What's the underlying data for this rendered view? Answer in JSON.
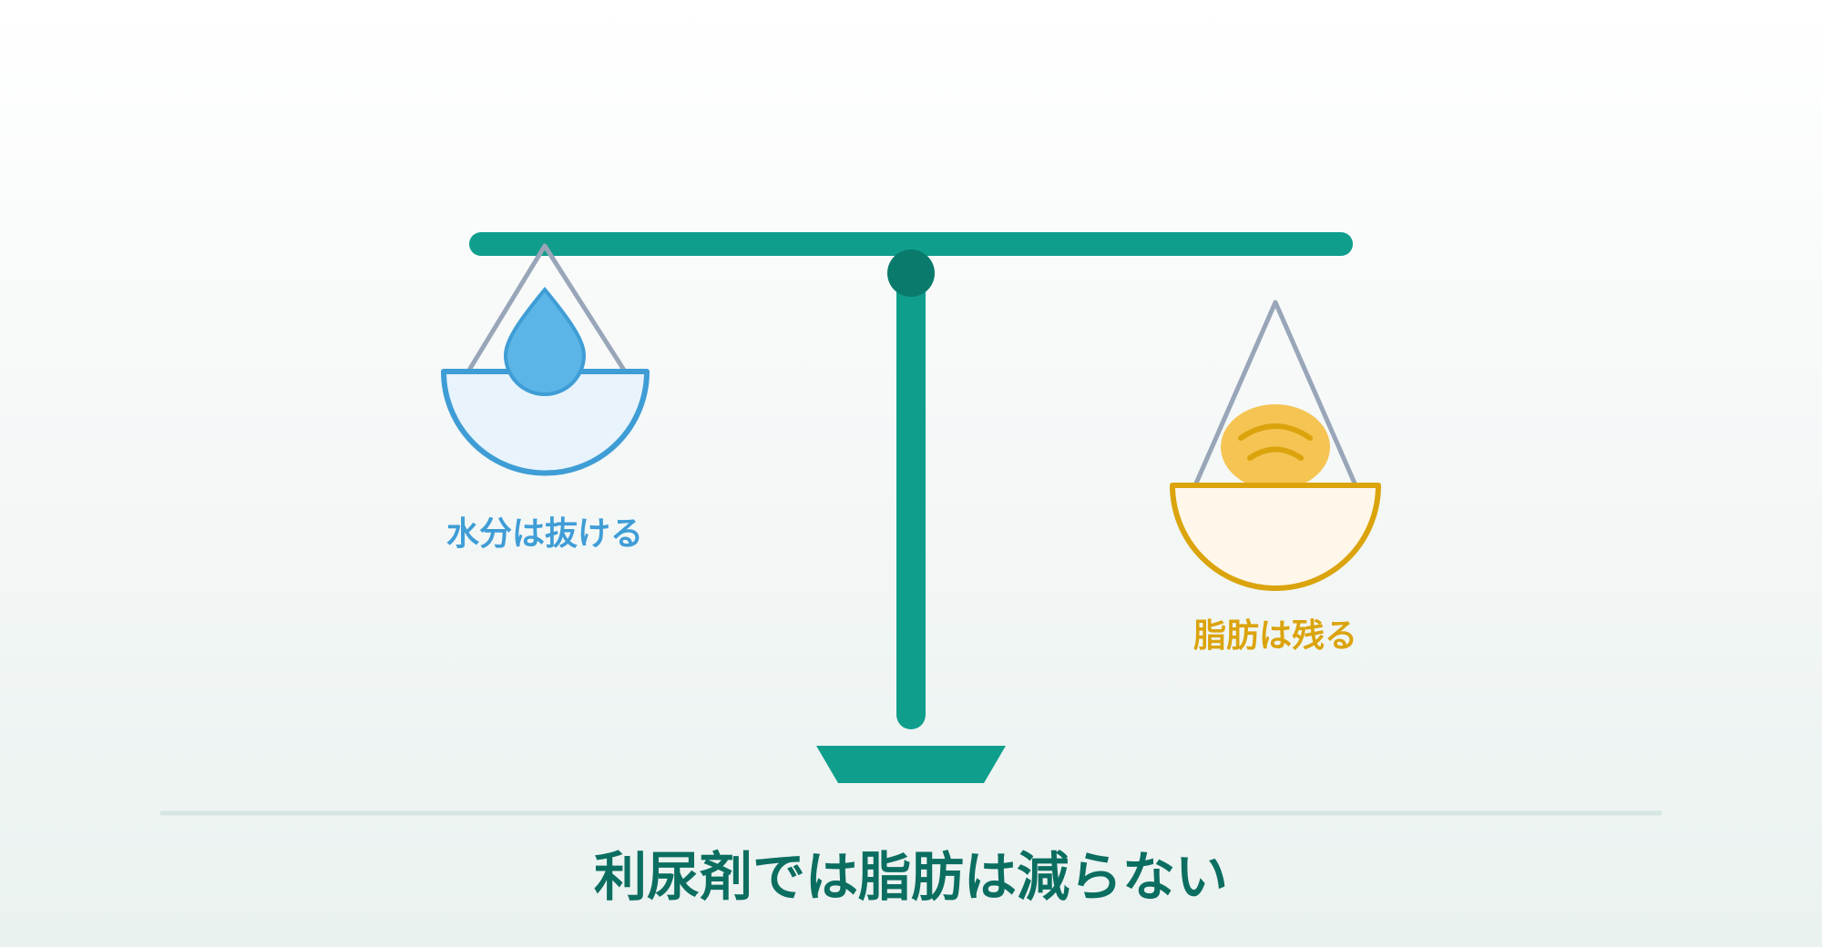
{
  "labels": {
    "left": "水分は抜ける",
    "right": "脂肪は残る"
  },
  "caption": "利尿剤では脂肪は減らない",
  "icons": {
    "left_item": "water-drop-icon",
    "right_item": "fat-blob-icon"
  },
  "colors": {
    "teal": "#0f9e8c",
    "teal_dark": "#097a6c",
    "caption": "#0b6e60",
    "water": "#3f9dd6",
    "water_fill": "#5bb5e6",
    "water_pan": "#e8f3fb",
    "fat": "#dba40d",
    "fat_fill": "#f5c453",
    "fat_pan": "#fff7ea",
    "rope": "#99a5b8",
    "divider": "#d6e6e3"
  }
}
